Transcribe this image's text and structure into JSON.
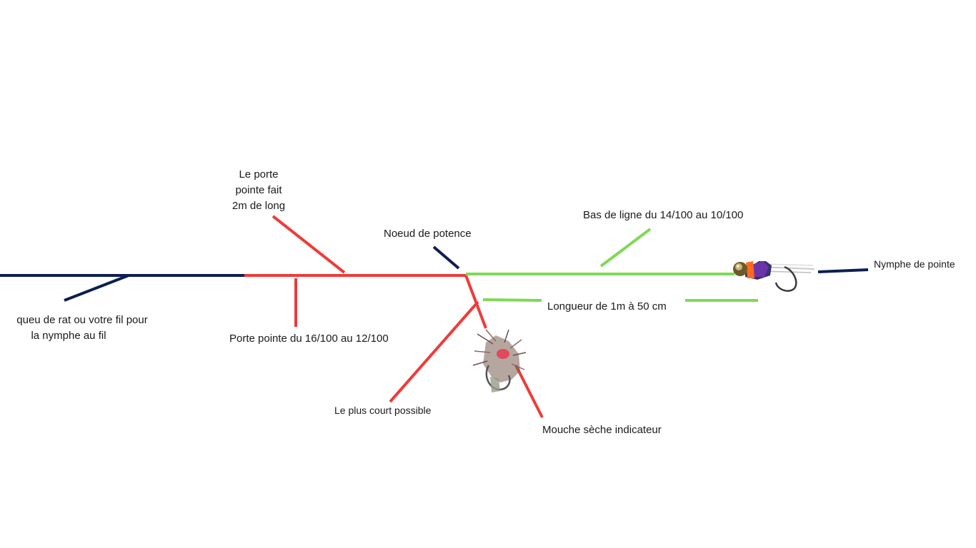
{
  "colors": {
    "fly_line": "#0d1f4f",
    "tippet": "#f03a3a",
    "leader": "#7ed957",
    "background": "#ffffff"
  },
  "labels": {
    "porte_pointe_length": [
      "Le porte",
      "pointe fait",
      "2m de long"
    ],
    "noeud_potence": "Noeud de potence",
    "bas_de_ligne": "Bas de ligne du  14/100 au 10/100",
    "nymphe_pointe": "Nymphe de pointe",
    "queue_de_rat": [
      "queu de rat ou votre fil pour",
      "la nymphe au fil"
    ],
    "porte_pointe_diameter": "Porte pointe du 16/100 au 12/100",
    "longueur": "Longueur de 1m à 50 cm",
    "plus_court": "Le plus court possible",
    "mouche_seche": "Mouche sèche indicateur"
  },
  "icons": {
    "nymph": "bead-head-nymph-icon",
    "dry_fly": "dry-fly-icon"
  }
}
